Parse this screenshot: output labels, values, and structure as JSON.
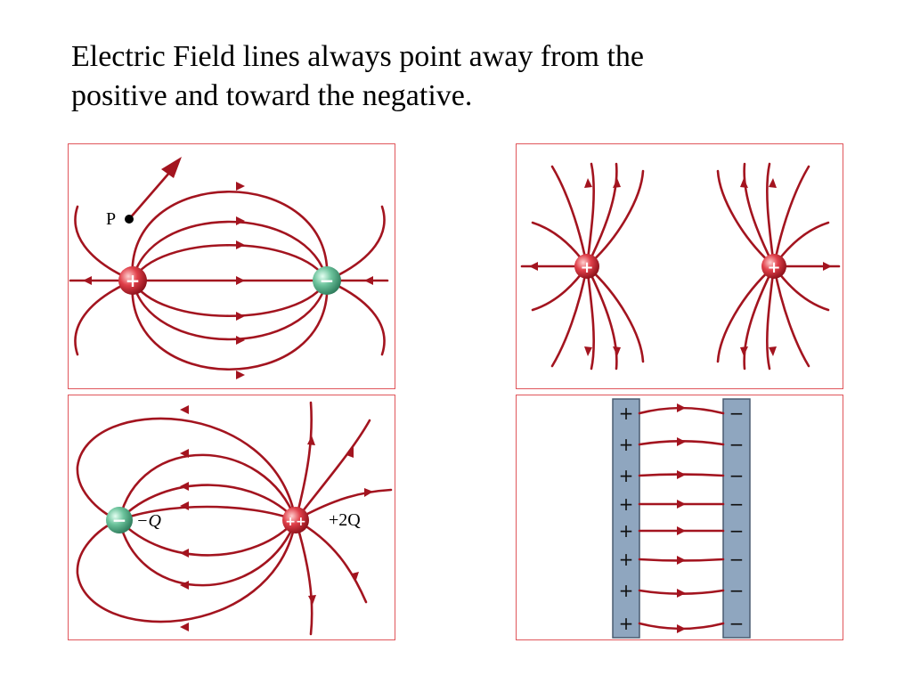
{
  "slide": {
    "title_line1": "Electric Field lines always point away from the",
    "title_line2": "positive and toward the negative."
  },
  "panels": {
    "dipole": {
      "point_label": "P",
      "pos_sign": "+",
      "neg_sign": "−"
    },
    "two_positive": {
      "left_sign": "+",
      "right_sign": "+"
    },
    "unequal": {
      "neg_sign": "−",
      "neg_label": "−Q",
      "pos_sign": "++",
      "pos_label": "+2Q"
    },
    "plates": {
      "pos_signs": [
        "+",
        "+",
        "+",
        "+",
        "+",
        "+",
        "+",
        "+"
      ],
      "neg_signs": [
        "−",
        "−",
        "−",
        "−",
        "−",
        "−",
        "−",
        "−"
      ]
    }
  },
  "colors": {
    "field_line": "#a3141f",
    "positive_charge": "#e0404a",
    "negative_charge": "#55b08a",
    "plate": "#8fa6bf",
    "frame": "#e0565b"
  }
}
